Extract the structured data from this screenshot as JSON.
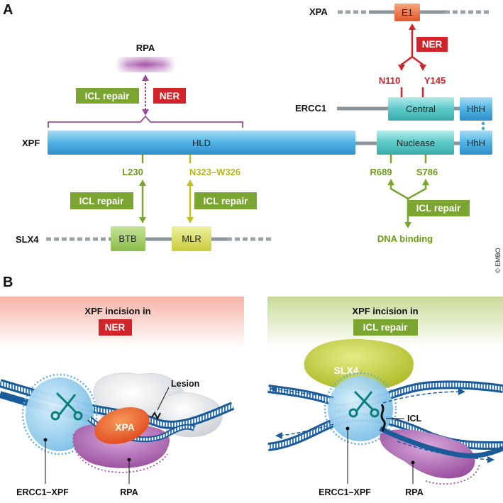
{
  "panel_a": {
    "letter": "A",
    "proteins": {
      "xpa": "XPA",
      "rpa": "RPA",
      "ercc1": "ERCC1",
      "xpf": "XPF",
      "slx4": "SLX4"
    },
    "domains": {
      "e1": "E1",
      "central": "Central",
      "hhh_ercc1": "HhH",
      "hld": "HLD",
      "nuclease": "Nuclease",
      "hhh_xpf": "HhH",
      "btb": "BTB",
      "mlr": "MLR"
    },
    "residues": {
      "n110": "N110",
      "y145": "Y145",
      "l230": "L230",
      "n323_w326": "N323–W326",
      "r689": "R689",
      "s786": "S786"
    },
    "badges": {
      "ner_top": "NER",
      "icl_rpa": "ICL repair",
      "ner_rpa": "NER",
      "icl_l230": "ICL repair",
      "icl_mlr": "ICL repair",
      "icl_nuclease": "ICL repair"
    },
    "dna_binding": "DNA binding"
  },
  "copyright": "© EMBO",
  "panel_b": {
    "letter": "B",
    "left": {
      "title": "XPF incision in",
      "badge": "NER",
      "xpa": "XPA",
      "lesion": "Lesion",
      "ercc1_xpf": "ERCC1–XPF",
      "rpa": "RPA"
    },
    "right": {
      "title": "XPF incision in",
      "badge": "ICL repair",
      "slx4": "SLX4",
      "icl": "ICL",
      "ercc1_xpf": "ERCC1–XPF",
      "rpa": "RPA"
    }
  },
  "colors": {
    "ner_red": "#d2232a",
    "icl_green": "#7aa531",
    "rpa_purple": "#9b4d9e",
    "xpf_blue": "#3aa6dc",
    "ercc1_teal": "#4cc3c4",
    "dna_blue": "#1b5b9a"
  }
}
